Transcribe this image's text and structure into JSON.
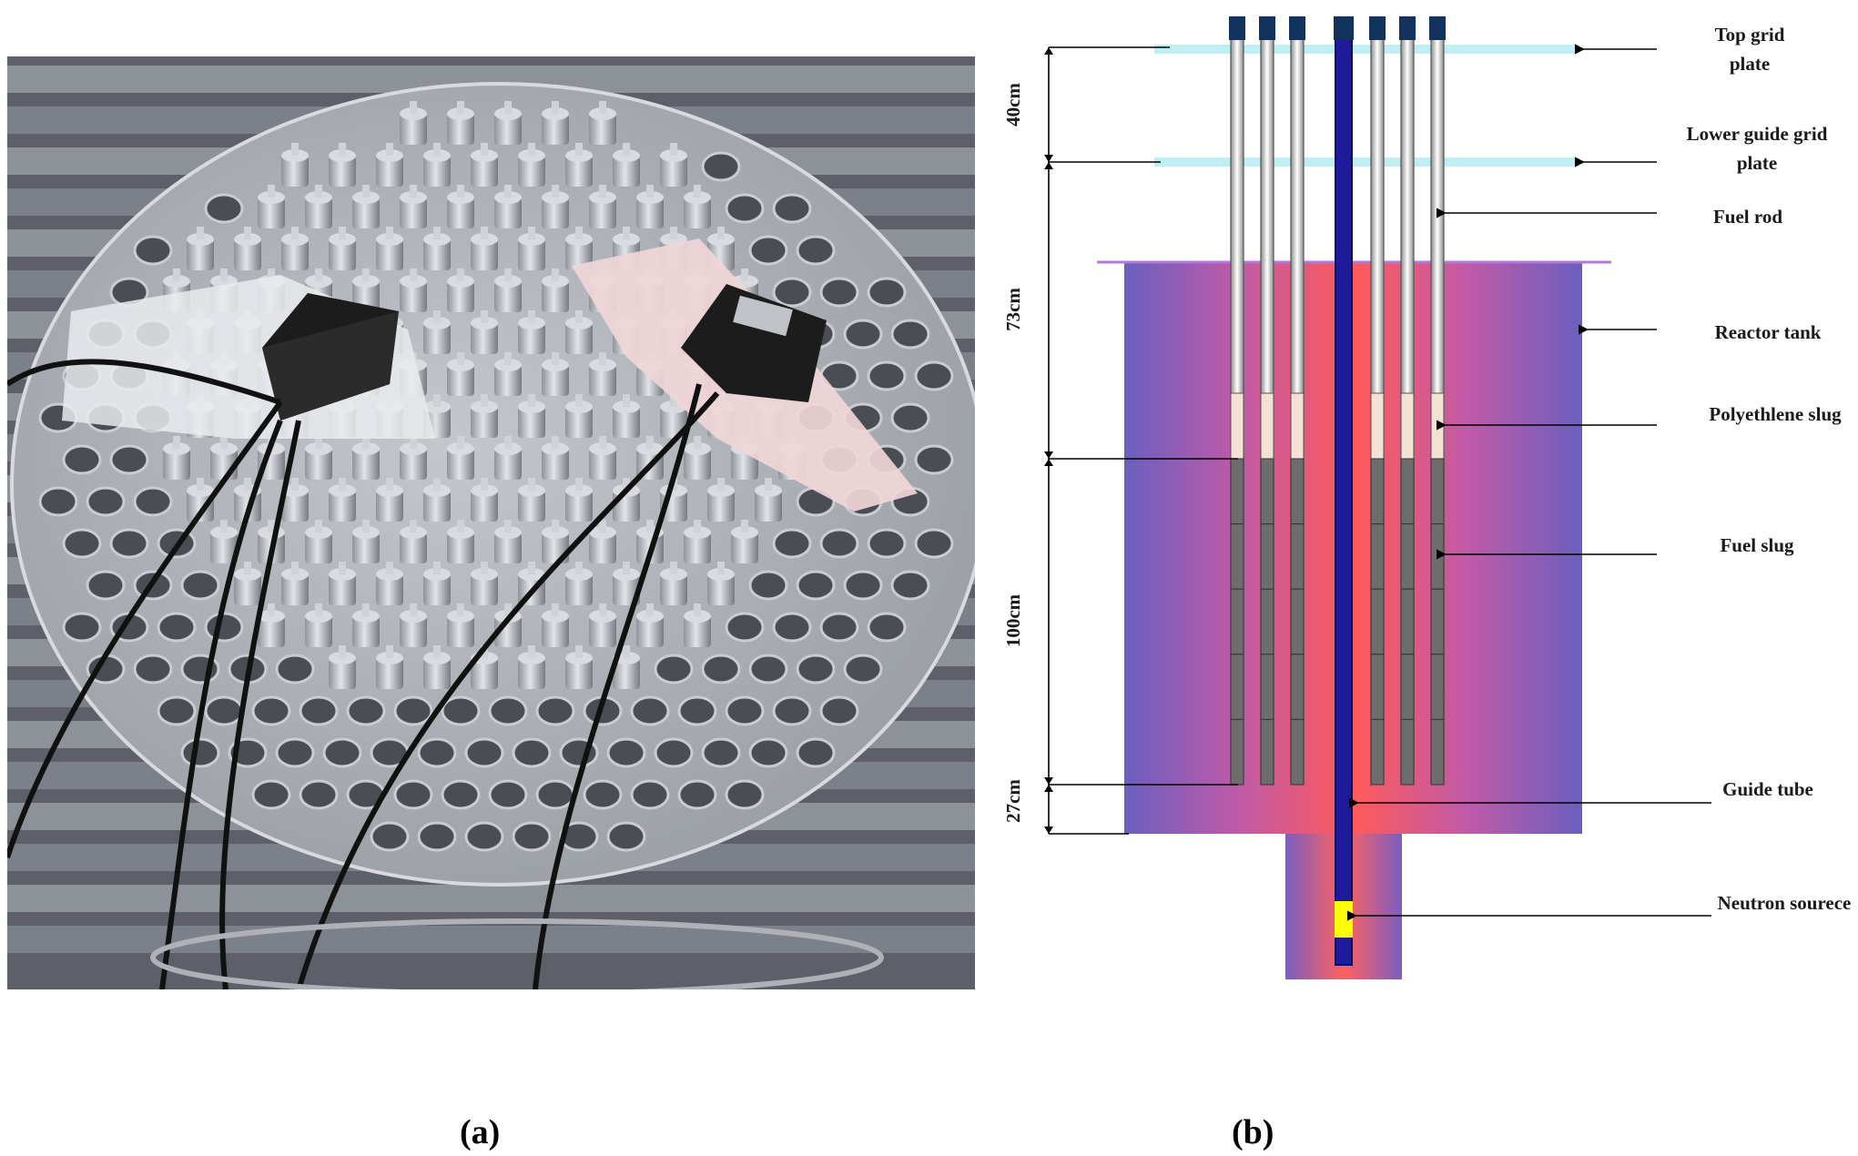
{
  "figure": {
    "panel_a": {
      "caption": "(a)",
      "kind": "photograph"
    },
    "panel_b": {
      "caption": "(b)",
      "kind": "schematic",
      "labels": {
        "top_grid_plate": [
          "Top grid",
          "plate"
        ],
        "lower_guide_grid_plate": [
          "Lower guide grid",
          "plate"
        ],
        "fuel_rod": "Fuel rod",
        "reactor_tank": "Reactor tank",
        "polyethylene_slug": "Polyethlene slug",
        "fuel_slug": "Fuel slug",
        "guide_tube": "Guide tube",
        "neutron_source": "Neutron sourece"
      },
      "dimensions": {
        "d40": "40cm",
        "d73": "73cm",
        "d100": "100cm",
        "d27": "27cm"
      },
      "colors": {
        "tank_edge": "#6b5fbf",
        "tank_center": "#ff5a5a",
        "grid_plate": "#bfeff2",
        "rod_cap": "#12325e",
        "fuel_slug": "#6d6d6d",
        "poly_slug": "#f3e2d4",
        "guide_tube": "#1e1b9a",
        "neutron_source": "#ffff00"
      }
    }
  }
}
